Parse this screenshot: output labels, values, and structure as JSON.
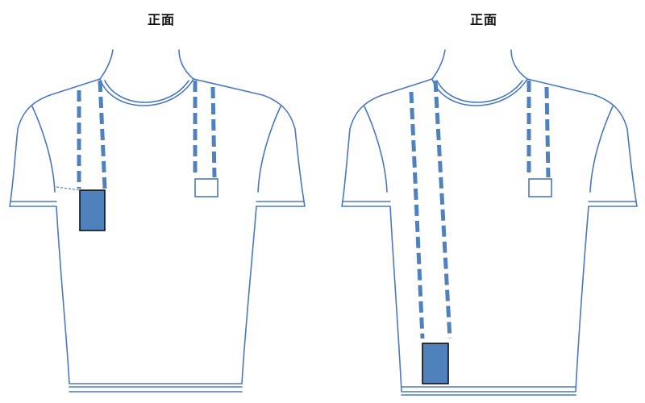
{
  "panels": [
    {
      "title": "正面",
      "variant": "short-strap"
    },
    {
      "title": "正面",
      "variant": "long-strap"
    }
  ],
  "colors": {
    "outline": "#4a78c2",
    "strap": "#4f81bd",
    "pocket_fill": "#4f81bd",
    "pocket_border": "#111111"
  }
}
